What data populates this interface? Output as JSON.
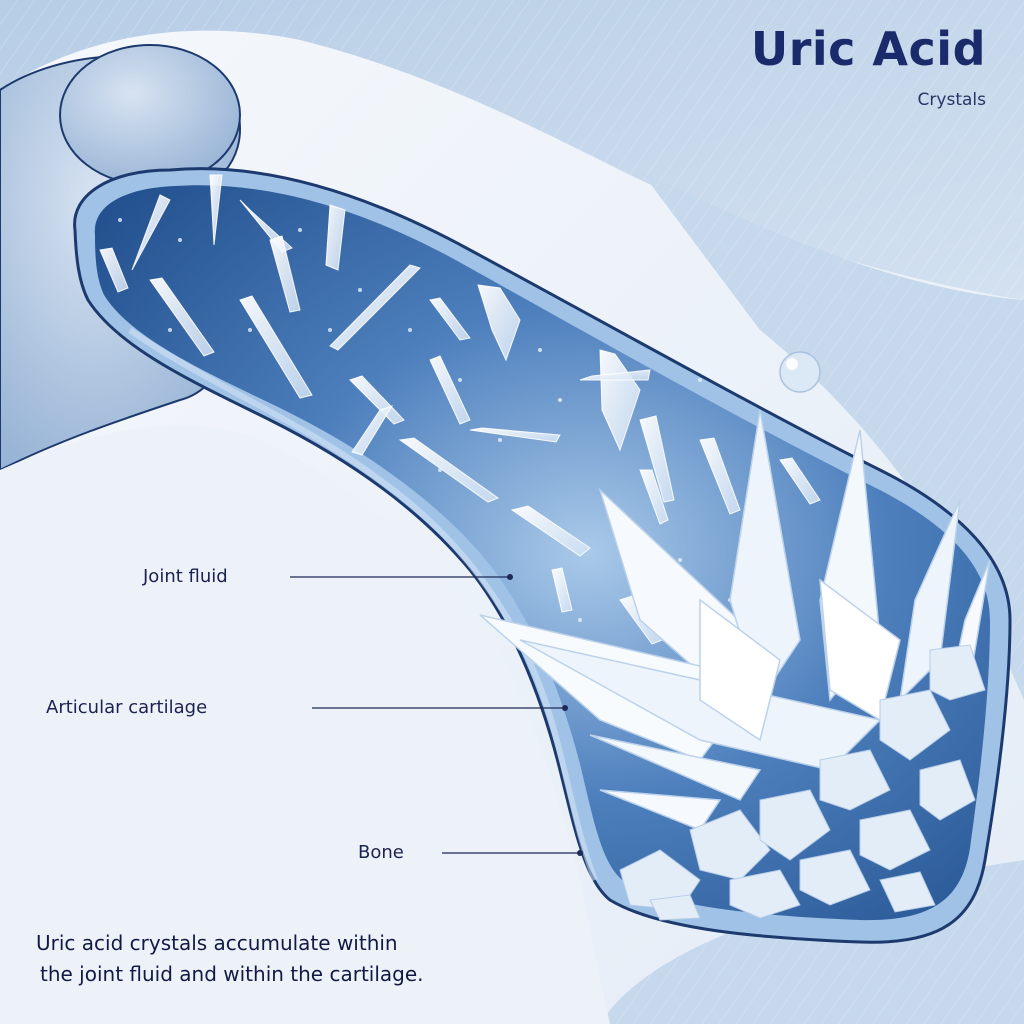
{
  "header": {
    "title": "Uric Acid",
    "subtitle": "Crystals"
  },
  "labels": {
    "joint_fluid": "Joint fluid",
    "articular_cartilage": "Articular cartilage",
    "bone": "Bone"
  },
  "caption": {
    "line1": "Uric acid crystals accumulate within",
    "line2": "the joint fluid and within the cartilage."
  },
  "colors": {
    "title": "#1b2a6b",
    "fluid_deep": "#2d5f9e",
    "fluid_light": "#9cc0e4",
    "tissue": "#c8d9ec",
    "crystal": "#f4f8fd",
    "outline": "#1d3a6e"
  }
}
